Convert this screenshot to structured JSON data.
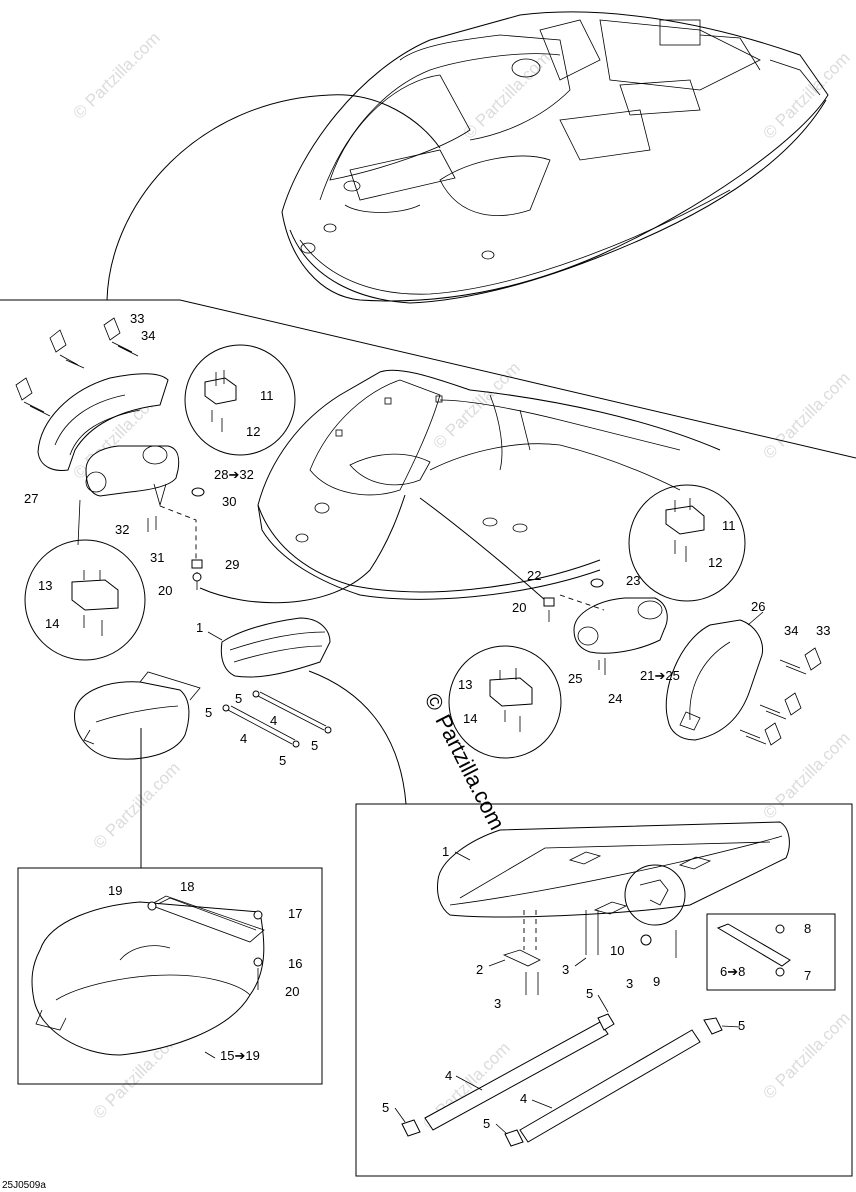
{
  "diagram_code": "25J0509a",
  "watermark": {
    "small_text": "© Partzilla.com",
    "main_copyright": "©",
    "main_text": "Partzilla.com"
  },
  "callouts": {
    "c33a": "33",
    "c34a": "34",
    "c27": "27",
    "c11a": "11",
    "c12a": "12",
    "c28_32": "28➔32",
    "c30": "30",
    "c32": "32",
    "c31": "31",
    "c29": "29",
    "c20a": "20",
    "c13a": "13",
    "c14a": "14",
    "c1a": "1",
    "c5a": "5",
    "c5b": "5",
    "c4a": "4",
    "c4b": "4",
    "c5c": "5",
    "c5d": "5",
    "c22": "22",
    "c23": "23",
    "c20b": "20",
    "c11b": "11",
    "c12b": "12",
    "c26": "26",
    "c34b": "34",
    "c33b": "33",
    "c13b": "13",
    "c14b": "14",
    "c25a": "25",
    "c24": "24",
    "c21_25": "21➔25",
    "c19": "19",
    "c18": "18",
    "c17": "17",
    "c16": "16",
    "c20c": "20",
    "c15_19": "15➔19",
    "c1b": "1",
    "c2": "2",
    "c3a": "3",
    "c3b": "3",
    "c10": "10",
    "c3c": "3",
    "c9": "9",
    "c8": "8",
    "c6_8": "6➔8",
    "c7": "7",
    "c5e": "5",
    "c5f": "5",
    "c4c": "4",
    "c4d": "4",
    "c5g": "5",
    "c5h": "5"
  },
  "colors": {
    "line": "#000000",
    "watermark": "#dcdcdc",
    "background": "#ffffff"
  }
}
